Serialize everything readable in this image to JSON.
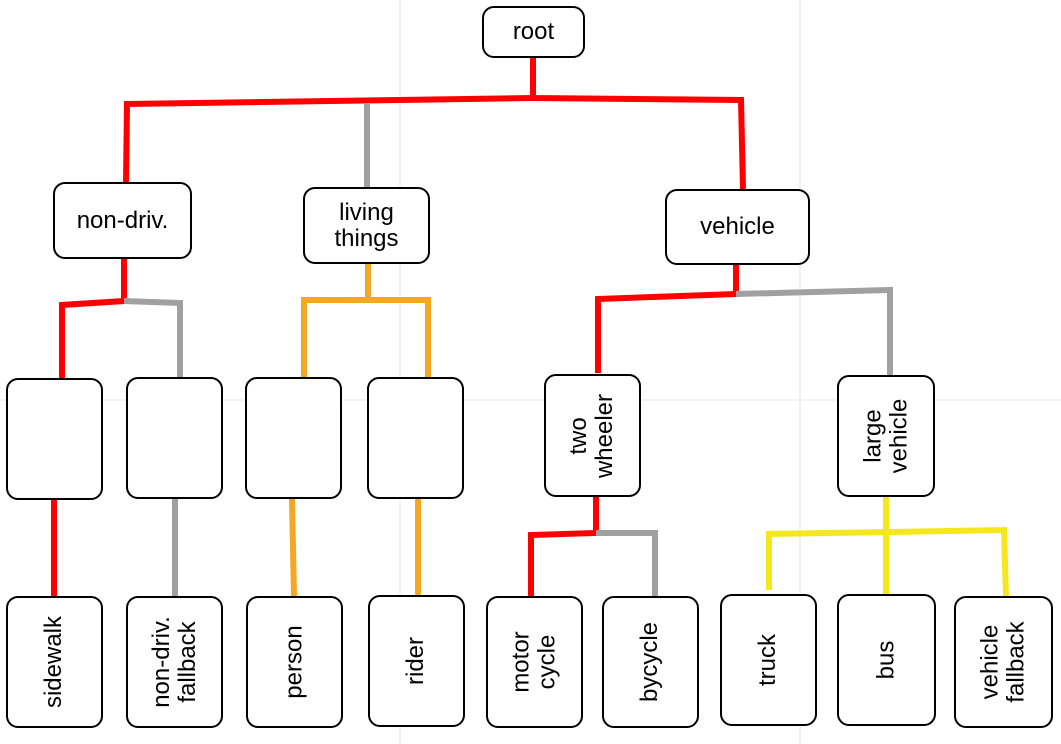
{
  "colors": {
    "red": "#ff0000",
    "gray": "#a0a0a0",
    "orange": "#f5a623",
    "yellow": "#f5e71e",
    "node_border": "#000000",
    "background": "#ffffff"
  },
  "nodes": {
    "root": "root",
    "non_driv": "non-driv.",
    "living_things": "living\nthings",
    "vehicle": "vehicle",
    "two_wheeler": "two\nwheeler",
    "large_vehicle": "large\nvehicle",
    "sidewalk": "sidewalk",
    "non_driv_fallback": "non-driv.\nfallback",
    "person": "person",
    "rider": "rider",
    "motor_cycle": "motor\ncycle",
    "bycycle": "bycycle",
    "truck": "truck",
    "bus": "bus",
    "vehicle_fallback": "vehicle\nfallback"
  }
}
